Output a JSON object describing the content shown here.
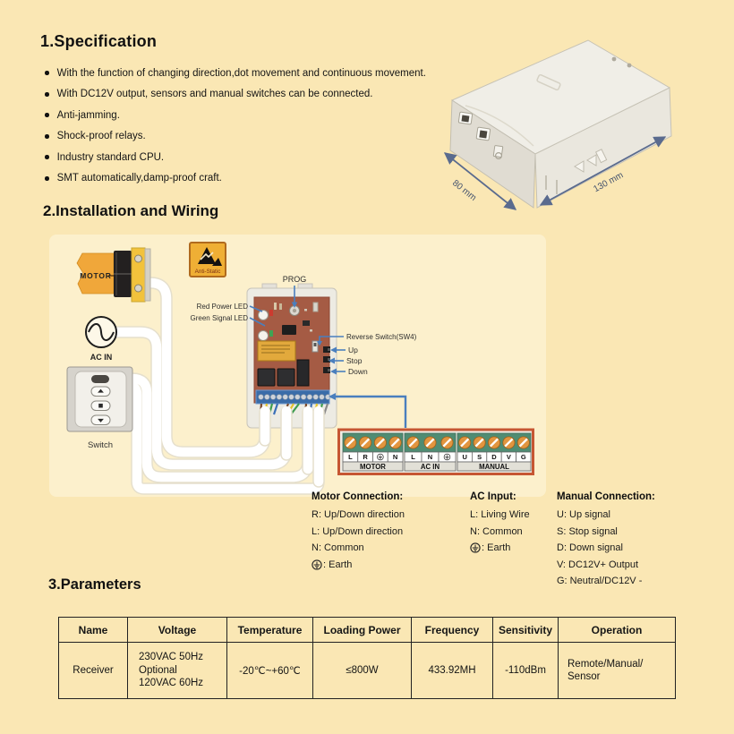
{
  "colors": {
    "background": "#FAE7B4",
    "accent_blue": "#4A7FBE",
    "dimension_blue": "#5A6B8E",
    "terminal_border_orange": "#C65633",
    "terminal_green": "#4F8C73",
    "screw_orange": "#E2953F",
    "pcb_brown": "#A55B44",
    "motor_yellow": "#F0A73A",
    "anti_static_gold": "#EFAF35"
  },
  "icons": {
    "bullet": "filled-circle",
    "earth_ground": "circled-earth-ground-symbol",
    "ac_source": "sine-wave-circle",
    "anti_static": "esd-triangle-warning",
    "switch_up": "up-arrow-button",
    "switch_stop": "square-button",
    "switch_down": "down-arrow-button",
    "prog_button": "round-push-button"
  },
  "spec": {
    "heading": "1.Specification",
    "bullets": [
      "With the function of changing direction,dot movement and continuous movement.",
      "With DC12V output, sensors and manual switches can be connected.",
      "Anti-jamming.",
      "Shock-proof relays.",
      "Industry standard CPU.",
      "SMT automatically,damp-proof craft."
    ]
  },
  "product": {
    "dim_width_label": "80 mm",
    "dim_length_label": "130 mm"
  },
  "wiring": {
    "heading": "2.Installation and Wiring",
    "device_labels": {
      "motor": "MOTOR",
      "ac_in": "AC IN",
      "switch": "Switch",
      "anti_static": "Anti-Static"
    },
    "board_labels": {
      "prog": "PROG",
      "red_led": "Red Power LED",
      "green_led": "Green Signal LED",
      "reverse_switch": "Reverse Switch(SW4)",
      "up": "Up",
      "stop": "Stop",
      "down": "Down"
    },
    "terminal_strip": {
      "groups": [
        {
          "name": "MOTOR",
          "cells": [
            "L",
            "R",
            "⏚",
            "N"
          ]
        },
        {
          "name": "AC IN",
          "cells": [
            "L",
            "N",
            "⏚"
          ]
        },
        {
          "name": "MANUAL",
          "cells": [
            "U",
            "S",
            "D",
            "V",
            "G"
          ]
        }
      ]
    },
    "legend": [
      {
        "heading": "Motor Connection:",
        "lines": [
          "R: Up/Down direction",
          "L: Up/Down direction",
          "N: Common"
        ],
        "earth_line": ": Earth"
      },
      {
        "heading": "AC Input:",
        "lines": [
          "L: Living Wire",
          "N: Common"
        ],
        "earth_line": ": Earth"
      },
      {
        "heading": "Manual Connection:",
        "lines": [
          "U: Up signal",
          "S: Stop signal",
          "D: Down signal",
          "V: DC12V+ Output",
          "G: Neutral/DC12V -"
        ]
      }
    ]
  },
  "parameters": {
    "heading": "3.Parameters",
    "table": {
      "headers": [
        "Name",
        "Voltage",
        "Temperature",
        "Loading Power",
        "Frequency",
        "Sensitivity",
        "Operation"
      ],
      "rows": [
        [
          "Receiver",
          "230VAC 50Hz\nOptional\n120VAC 60Hz",
          "-20℃~+60℃",
          "≤800W",
          "433.92MH",
          "-110dBm",
          "Remote/Manual/\nSensor"
        ]
      ]
    }
  }
}
